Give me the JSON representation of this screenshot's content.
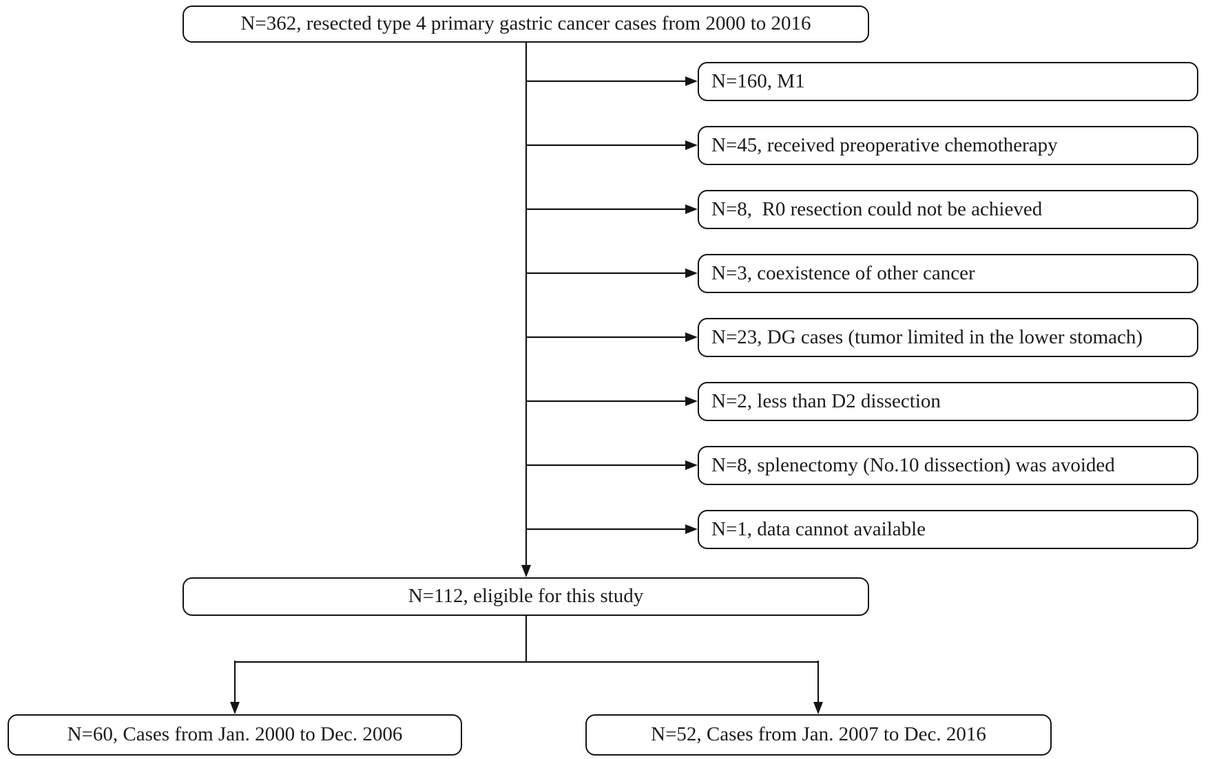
{
  "boxes": {
    "source": "N=362, resected type 4 primary gastric cancer cases from 2000 to 2016",
    "eligible": "N=112, eligible for this study",
    "group_early": "N=60, Cases from Jan. 2000 to Dec. 2006",
    "group_late": "N=52, Cases from Jan. 2007 to Dec. 2016"
  },
  "exclusions": [
    {
      "label": "N=160, M1"
    },
    {
      "label": "N=45, received preoperative chemotherapy"
    },
    {
      "label": "N=8,  R0 resection could not be achieved"
    },
    {
      "label": "N=3, coexistence of other cancer"
    },
    {
      "label": "N=23, DG cases (tumor limited in the lower stomach)"
    },
    {
      "label": "N=2, less than D2 dissection"
    },
    {
      "label": "N=8, splenectomy (No.10 dissection) was avoided"
    },
    {
      "label": "N=1, data cannot available"
    }
  ],
  "colors": {
    "border": "#141414",
    "line": "#141414",
    "text": "#1c1c1c",
    "background": "#ffffff"
  }
}
